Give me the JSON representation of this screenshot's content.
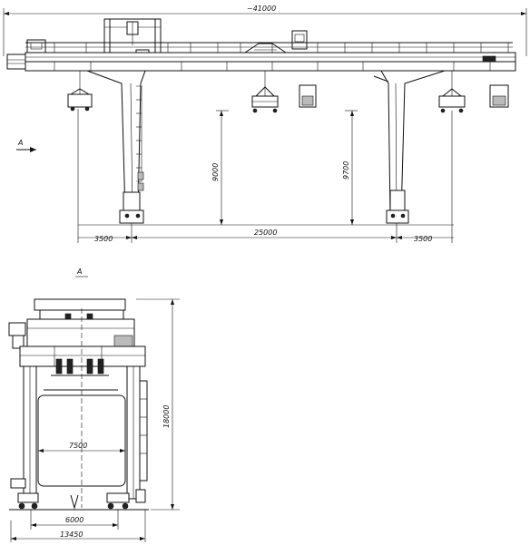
{
  "dimensions": {
    "total_span": "~41000",
    "left_cantilever": "3500",
    "main_span": "25000",
    "right_cantilever": "3500",
    "lift_height_left": "9000",
    "lift_height_right": "9700",
    "inner_width": "7500",
    "rail_gauge": "6000",
    "overall_width": "13450",
    "overall_height": "18000"
  },
  "labels": {
    "view_arrow": "A",
    "section_title": "A"
  }
}
